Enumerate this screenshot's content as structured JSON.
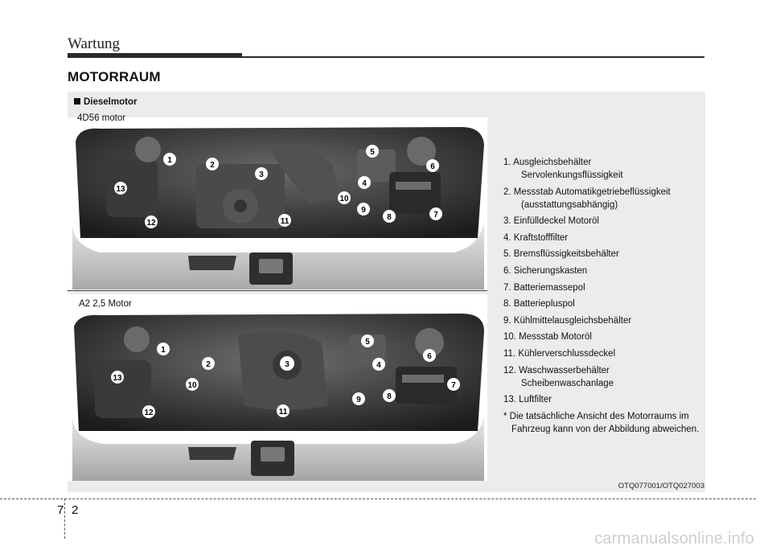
{
  "header": {
    "title": "Wartung"
  },
  "section": {
    "title": "MOTORRAUM"
  },
  "panel": {
    "heading": "Dieselmotor"
  },
  "photos": [
    {
      "label": "4D56 motor",
      "callouts": [
        "1",
        "2",
        "3",
        "4",
        "5",
        "6",
        "7",
        "8",
        "9",
        "10",
        "11",
        "12",
        "13"
      ]
    },
    {
      "label": "A2 2,5 Motor",
      "callouts": [
        "1",
        "2",
        "3",
        "4",
        "5",
        "6",
        "7",
        "8",
        "9",
        "10",
        "11",
        "12",
        "13"
      ]
    }
  ],
  "legend": {
    "items": [
      {
        "main": "1. Ausgleichsbehälter",
        "sub": "Servolenkungsflüssigkeit"
      },
      {
        "main": "2. Messstab Automatikgetriebeflüssigkeit",
        "sub": "(ausstattungsabhängig)"
      },
      {
        "main": "3. Einfülldeckel Motoröl"
      },
      {
        "main": "4. Kraftstofffilter"
      },
      {
        "main": "5. Bremsflüssigkeitsbehälter"
      },
      {
        "main": "6. Sicherungskasten"
      },
      {
        "main": "7. Batteriemassepol"
      },
      {
        "main": "8. Batteriepluspol"
      },
      {
        "main": "9. Kühlmittelausgleichsbehälter"
      },
      {
        "main": "10. Messstab Motoröl"
      },
      {
        "main": "11. Kühlerverschlussdeckel"
      },
      {
        "main": "12. Waschwasserbehälter",
        "sub": "Scheibenwaschanlage"
      },
      {
        "main": "13. Luftfilter"
      }
    ],
    "note": "* Die tatsächliche Ansicht des Motorraums im Fahrzeug kann von der Abbildung abweichen."
  },
  "ref_code": "OTQ077001/OTQ027003",
  "page": {
    "chapter": "7",
    "number": "2"
  },
  "watermark": "carmanualsonline.info",
  "colors": {
    "callout_fill": "#ffffff",
    "callout_text": "#000000",
    "panel_bg": "#ececec",
    "engine_dark": "#2c2c2c"
  }
}
